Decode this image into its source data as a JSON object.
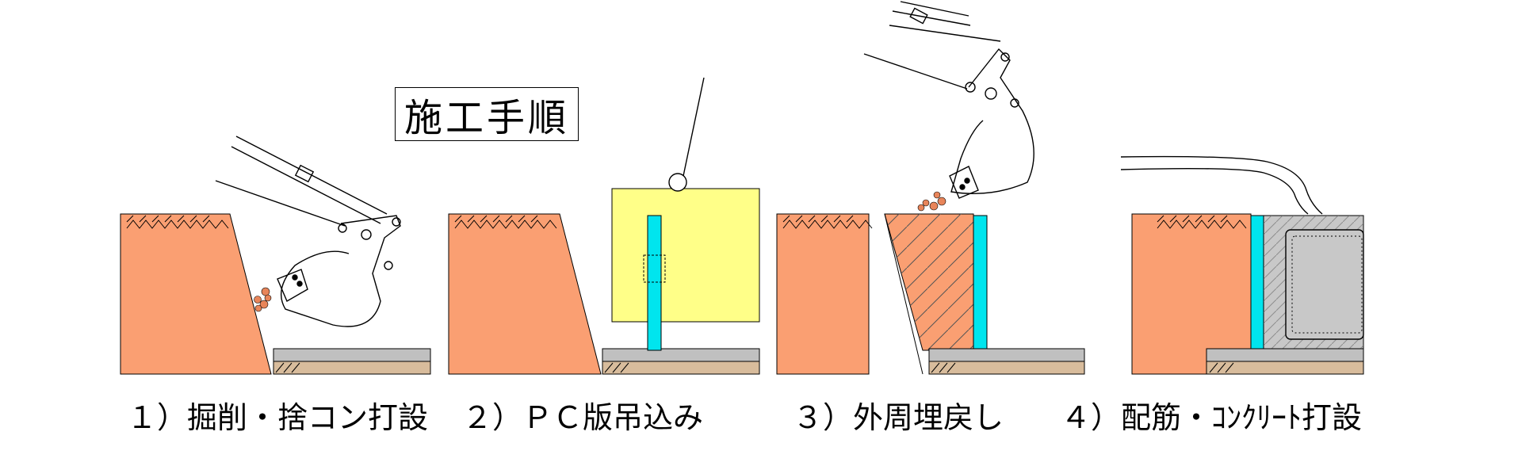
{
  "title": "施工手順",
  "steps": [
    {
      "label": "１）掘削・捨コン打設"
    },
    {
      "label": "２）ＰＣ版吊込み"
    },
    {
      "label": "３）外周埋戻し"
    },
    {
      "label": "４）配筋・ｺﾝｸﾘｰﾄ打設"
    }
  ],
  "colors": {
    "soil": "#fa9f72",
    "pc_panel": "#00e5ee",
    "lifting_frame": "#ffff88",
    "lean_concrete": "#c0c0c0",
    "base_soil": "#d8bc9c",
    "concrete": "#c8c8c8",
    "gravel": "#e8855a"
  },
  "icons": [
    "excavator-bucket-icon",
    "crane-hook-icon",
    "concrete-pump-hose-icon"
  ]
}
